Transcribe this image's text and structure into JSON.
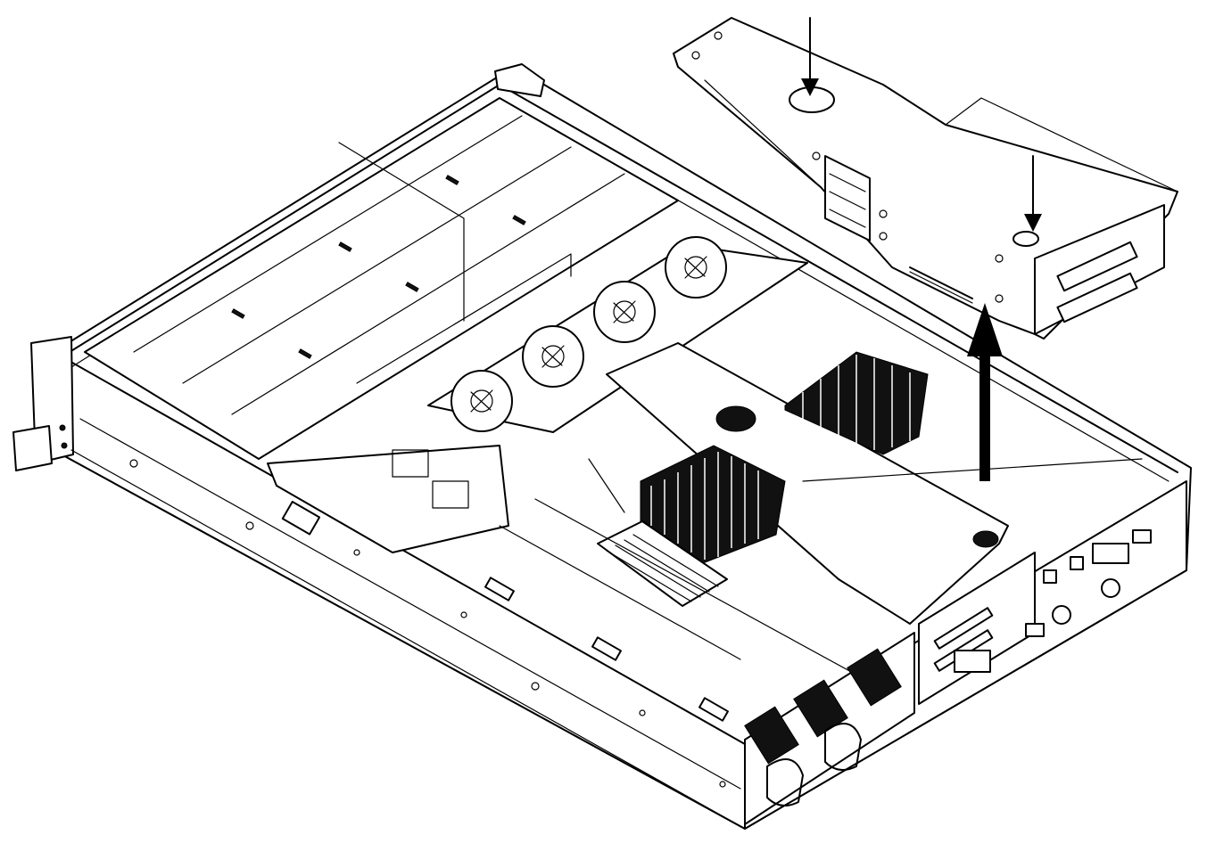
{
  "figure": {
    "subject": "",
    "arrows": [
      {
        "name": "press-arrow-left",
        "direction": "down"
      },
      {
        "name": "press-arrow-right",
        "direction": "down"
      },
      {
        "name": "lift-arrow",
        "direction": "up"
      }
    ],
    "colors": {
      "line": "#000000",
      "background": "#ffffff",
      "fill_dark": "#111111"
    }
  }
}
